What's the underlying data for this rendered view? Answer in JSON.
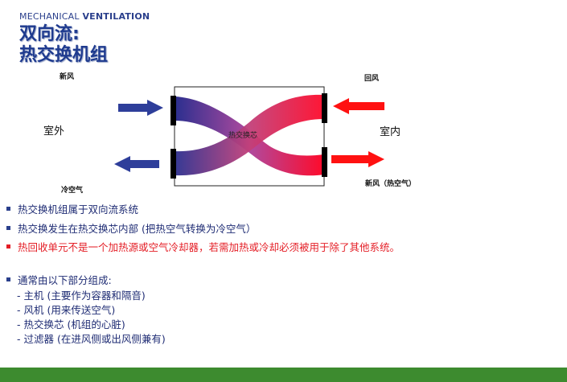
{
  "header": {
    "small_title_part1": "MECHANICAL",
    "small_title_part2": "VENTILATION",
    "title_line1": "双向流:",
    "title_line2": "热交换机组"
  },
  "diagram": {
    "label_top_left": "新风",
    "label_top_right": "回风",
    "label_bottom_left": "冷空气",
    "label_bottom_right": "新风（热空气）",
    "label_outside": "室外",
    "label_inside": "室内",
    "label_core": "热交换芯",
    "colors": {
      "blue": "#2b2f8f",
      "red": "#ff0a2a",
      "arrow_blue": "#2e3e9a",
      "arrow_red": "#ff1111"
    }
  },
  "bullets": [
    "热交换机组属于双向流系统",
    "热交换发生在热交换芯内部 (把热空气转换为冷空气）",
    "热回收单元不是一个加热源或空气冷却器，若需加热或冷却必须被用于除了其他系统。",
    "通常由以下部分组成:"
  ],
  "sub_items": [
    "- 主机 (主要作为容器和隔音)",
    "- 风机 (用来传送空气)",
    "- 热交换芯 (机组的心脏)",
    "- 过滤器 (在进风侧或出风侧兼有)"
  ]
}
